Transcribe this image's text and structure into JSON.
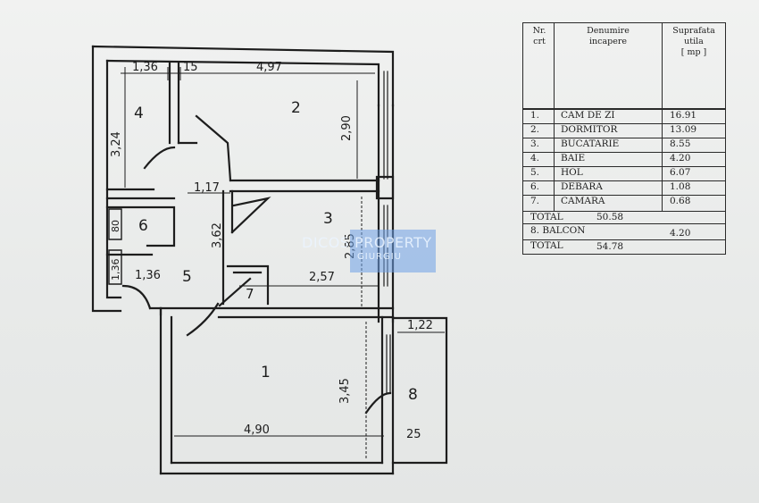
{
  "plan": {
    "rooms": [
      {
        "id": "1",
        "label": "1"
      },
      {
        "id": "2",
        "label": "2"
      },
      {
        "id": "3",
        "label": "3"
      },
      {
        "id": "4",
        "label": "4"
      },
      {
        "id": "5",
        "label": "5"
      },
      {
        "id": "6",
        "label": "6"
      },
      {
        "id": "7",
        "label": "7"
      },
      {
        "id": "8",
        "label": "8"
      }
    ],
    "dimensions": {
      "d_136_top": "1,36",
      "d_15": "15",
      "d_497": "4,97",
      "d_324": "3,24",
      "d_290": "2,90",
      "d_117": "1,17",
      "d_80": "80",
      "d_136_side": "1,36",
      "d_136_mid": "1,36",
      "d_362": "3,62",
      "d_285": "2,85",
      "d_257": "2,57",
      "d_122": "1,22",
      "d_345": "3,45",
      "d_490": "4,90",
      "d_25": "25"
    }
  },
  "watermark": {
    "text": "DICOS PROPERTY",
    "overlay": "DICOS PROPERTY",
    "sub": "GIURGIU"
  },
  "table": {
    "headers": {
      "nr": "Nr.\ncrt",
      "name": "Denumire\nincapere",
      "area": "Suprafata\nutila\n[ mp ]"
    },
    "rows": [
      {
        "nr": "1.",
        "name": "CAM DE ZI",
        "area": "16.91"
      },
      {
        "nr": "2.",
        "name": "DORMITOR",
        "area": "13.09"
      },
      {
        "nr": "3.",
        "name": "BUCATARIE",
        "area": "8.55"
      },
      {
        "nr": "4.",
        "name": "BAIE",
        "area": "4.20"
      },
      {
        "nr": "5.",
        "name": "HOL",
        "area": "6.07"
      },
      {
        "nr": "6.",
        "name": "DEBARA",
        "area": "1.08"
      },
      {
        "nr": "7.",
        "name": "CAMARA",
        "area": "0.68"
      }
    ],
    "total1": {
      "label": "TOTAL",
      "value": "50.58"
    },
    "balcon": {
      "label": "8. BALCON",
      "value": "4.20"
    },
    "total2": {
      "label": "TOTAL",
      "value": "54.78"
    }
  }
}
